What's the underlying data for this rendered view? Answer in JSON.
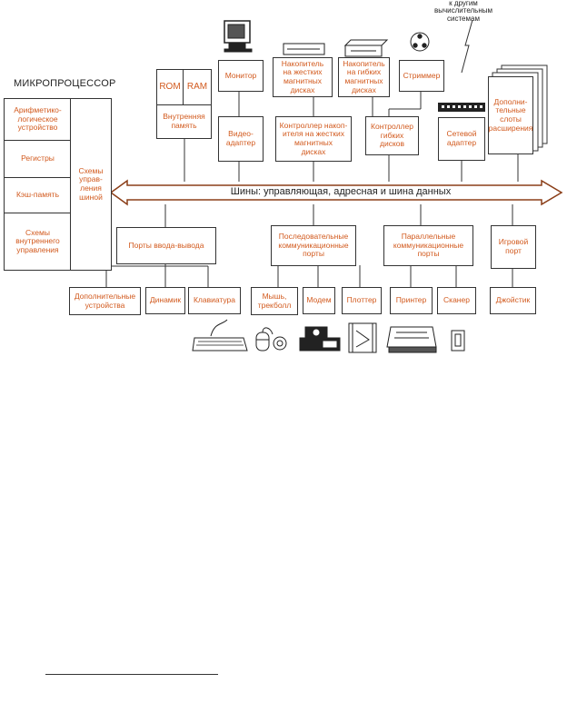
{
  "diagram": {
    "title": "МИКРОПРОЦЕССОР",
    "other_systems": "к другим\nвычислительным\nсистемам",
    "bus_label": "Шины: управляющая, адресная и шина данных",
    "cpu": {
      "alu": "Арифметико-\nлогическое\nустройство",
      "registers": "Регистры",
      "cache": "Кэш-память",
      "control": "Схемы\nвнутреннего\nуправления",
      "bus_ctrl": "Схемы\nуправ-\nления\nшиной"
    },
    "memory": {
      "rom": "ROM",
      "ram": "RAM",
      "internal": "Внутренняя\nпамять"
    },
    "top": {
      "monitor": "Монитор",
      "hdd": "Накопитель\nна жестких\nмагнитных\nдисках",
      "fdd": "Накопитель\nна гибких\nмагнитных\nдисках",
      "streamer": "Стриммер",
      "slots": "Дополни-\nтельные\nслоты\nрасширения",
      "video": "Видео-\nадаптер",
      "hdd_ctrl": "Контроллер накоп-\nителя на жестких\nмагнитных\nдисках",
      "fdd_ctrl": "Контроллер\nгибких\nдисков",
      "net": "Сетевой\nадаптер"
    },
    "ports": {
      "io": "Порты ввода-вывода",
      "serial": "Последовательные\nкоммуникационные\nпорты",
      "parallel": "Параллельные\nкоммуникационные\nпорты",
      "game": "Игровой\nпорт"
    },
    "devices": {
      "extra": "Дополнительные\nустройства",
      "speaker": "Динамик",
      "keyboard": "Клавиатура",
      "mouse": "Мышь,\nтрекболл",
      "modem": "Модем",
      "plotter": "Плоттер",
      "printer": "Принтер",
      "scanner": "Сканер",
      "joystick": "Джойстик"
    }
  }
}
